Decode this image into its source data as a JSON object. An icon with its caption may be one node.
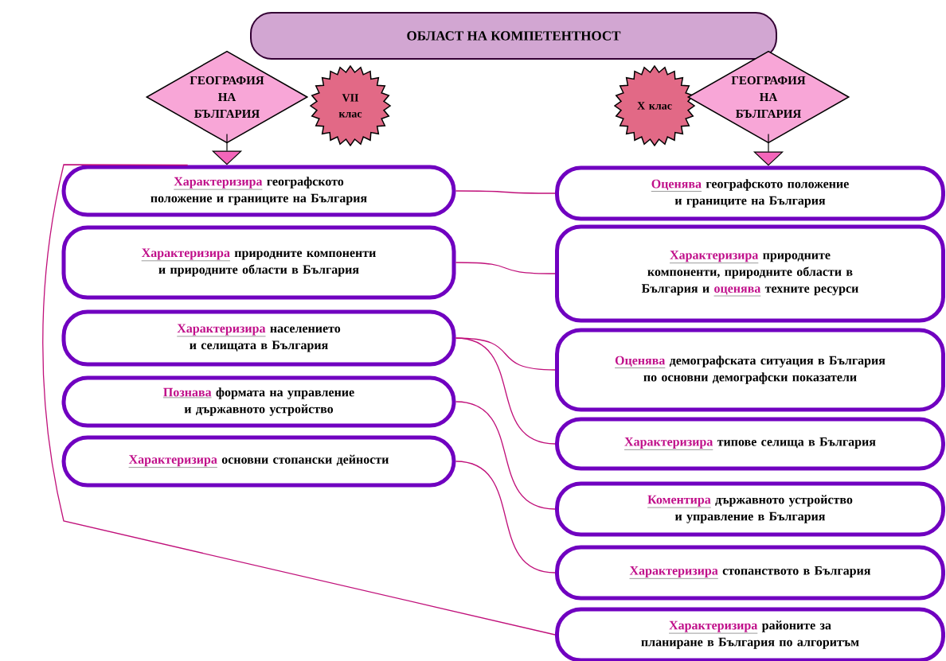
{
  "diagram": {
    "nodes": [
      {
        "text": [
          "ОБЛАСТ НА КОМПЕТЕНТНОСТ"
        ]
      },
      {
        "text": [
          "ГЕОГРАФИЯ НА БЪЛГАРИЯ"
        ]
      },
      {
        "text": [
          "VII клас"
        ]
      },
      {
        "text": [
          "X клас"
        ]
      },
      {
        "text": [
          "ГЕОГРАФИЯ НА БЪЛГАРИЯ"
        ]
      },
      {
        "text": [
          "Характеризира",
          "географското положение и границите на България"
        ]
      },
      {
        "text": [
          "Характеризира",
          "природните компоненти и природните области в България"
        ]
      },
      {
        "text": [
          "Характеризира",
          "населението и селищата в България"
        ]
      },
      {
        "text": [
          "Познава",
          "формата на управление и държавното устройство"
        ]
      },
      {
        "text": [
          "Характеризира",
          "основни стопански дейности"
        ]
      },
      {
        "text": [
          "Оценява",
          "географското положение и границите на България"
        ]
      },
      {
        "text": [
          "Характеризира",
          "природните компоненти, природните области в България и",
          "оценява",
          "техните ресурси"
        ]
      },
      {
        "text": [
          "Оценява",
          "демографската ситуация в България по основни демографски показатели"
        ]
      },
      {
        "text": [
          "Характеризира",
          "типове селища в България"
        ]
      },
      {
        "text": [
          "Коментира",
          "държавното устройство и управление в България"
        ]
      },
      {
        "text": [
          "Характеризира",
          "стопанството в България"
        ]
      },
      {
        "text": [
          "Характеризира",
          "районите за планиране в България по алгоритъм"
        ]
      }
    ],
    "edges": [
      {
        "from": 1,
        "to": 5,
        "arrow": "to",
        "color": "#000000"
      },
      {
        "from": 4,
        "to": 10,
        "arrow": "to",
        "color": "#000000"
      },
      {
        "from": 5,
        "to": 10,
        "arrow": "none"
      },
      {
        "from": 6,
        "to": 11,
        "arrow": "none"
      },
      {
        "from": 7,
        "to": 12,
        "arrow": "none"
      },
      {
        "from": 7,
        "to": 13,
        "arrow": "none"
      },
      {
        "from": 8,
        "to": 14,
        "arrow": "none"
      },
      {
        "from": 9,
        "to": 15,
        "arrow": "none"
      },
      {
        "from": 5,
        "to": 16,
        "arrow": "none"
      }
    ]
  }
}
